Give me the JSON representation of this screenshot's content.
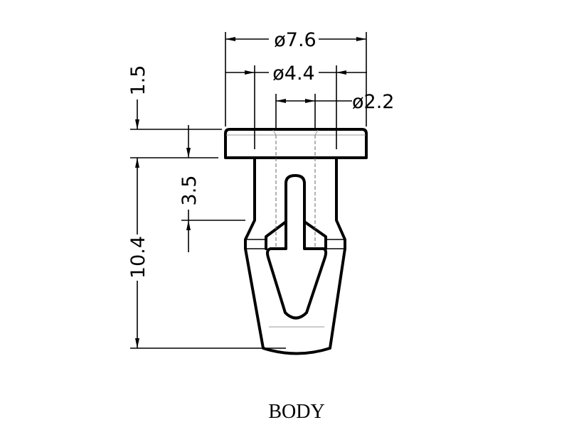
{
  "drawing": {
    "caption": "BODY",
    "dimensions": {
      "head_diameter": "ø7.6",
      "shank_diameter": "ø4.4",
      "hole_diameter": "ø2.2",
      "head_thickness": "1.5",
      "shank_length": "3.5",
      "body_length": "10.4"
    }
  }
}
